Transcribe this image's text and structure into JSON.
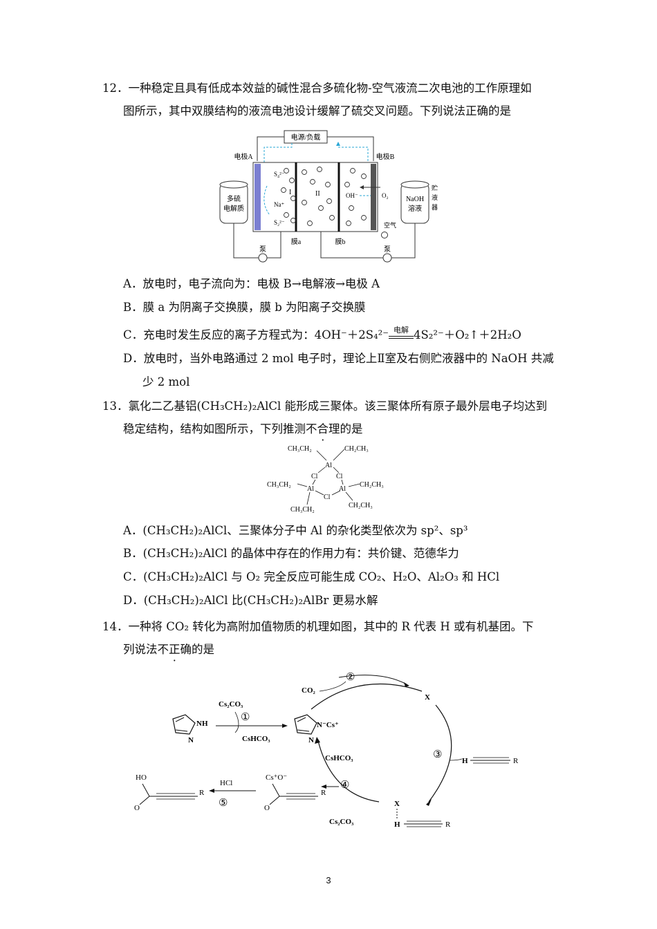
{
  "q12": {
    "line1": "12．一种稳定且具有低成本效益的碱性混合多硫化物-空气液流二次电池的工作原理如",
    "line2": "图所示，其中双膜结构的液流电池设计缓解了硫交叉问题。下列说法正确的是",
    "fig": {
      "power": "电源/负载",
      "elecA": "电极A",
      "elecB": "电极B",
      "tankL1": "多硫",
      "tankL2": "电解质",
      "tankR1": "NaOH",
      "tankR2": "溶液",
      "store1": "贮",
      "store2": "液",
      "store3": "器",
      "roomI": "I",
      "roomII": "II",
      "na": "Na⁺",
      "s4": "S₄²⁻",
      "s2": "S₂²⁻",
      "oh": "OH⁻",
      "o2": "O₂",
      "air": "空气",
      "pumpL": "泵",
      "pumpR": "泵",
      "memA": "膜a",
      "memB": "膜b"
    },
    "A": "A．放电时，电子流向为：电极 B→电解液→电极 A",
    "B": "B．膜 a 为阴离子交换膜，膜 b 为阳离子交换膜",
    "C_pre": "C．充电时发生反应的离子方程式为：4OH⁻＋2S₄²⁻",
    "C_cond": "电解",
    "C_post": "4S₂²⁻＋O₂↑＋2H₂O",
    "D1": "D．放电时，当外电路通过 2 mol 电子时，理论上Ⅱ室及右侧贮液器中的 NaOH 共减",
    "D2": "少 2 mol"
  },
  "q13": {
    "line1": "13．氯化二乙基铝(CH₃CH₂)₂AlCl 能形成三聚体。该三聚体所有原子最外层电子均达到",
    "line2_pre": "稳定结构，结构如图所示，下列推测",
    "line2_em": "不合理",
    "line2_post": "的是",
    "fig": {
      "et": "CH₃CH₂",
      "et2": "CH₂CH₃",
      "al": "Al",
      "cl": "Cl"
    },
    "A": "A．(CH₃CH₂)₂AlCl、三聚体分子中 Al 的杂化类型依次为 sp²、sp³",
    "B": "B．(CH₃CH₂)₂AlCl 的晶体中存在的作用力有：共价键、范德华力",
    "C": "C．(CH₃CH₂)₂AlCl 与 O₂ 完全反应可能生成 CO₂、H₂O、Al₂O₃ 和 HCl",
    "D": "D．(CH₃CH₂)₂AlCl 比(CH₃CH₂)₂AlBr 更易水解"
  },
  "q14": {
    "line1": "14．一种将 CO₂ 转化为高附加值物质的机理如图，其中的 R 代表 H 或有机基团。下",
    "line2_pre": "列说法",
    "line2_em": "不正确",
    "line2_post": "的是",
    "fig": {
      "co2": "CO₂",
      "cs2co3": "Cs₂CO₃",
      "cshco3": "CsHCO₃",
      "nh": "NH",
      "n": "N",
      "ncs": "N⁻Cs⁺",
      "x": "X",
      "h": "H",
      "r": "R",
      "hcl": "HCl",
      "ho": "HO",
      "o": "O",
      "cso": "Cs⁺O⁻",
      "s1": "①",
      "s2": "②",
      "s3": "③",
      "s4": "④",
      "s5": "⑤"
    }
  },
  "page_number": "3"
}
